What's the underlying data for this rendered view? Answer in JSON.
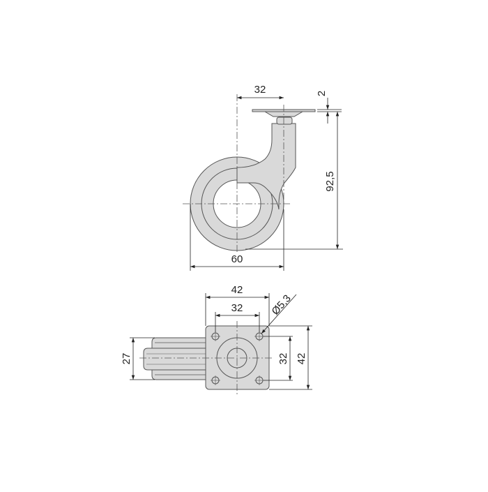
{
  "drawing": {
    "colors": {
      "background": "#ffffff",
      "part_fill": "#d9d9d9",
      "outline": "#555555",
      "dimension": "#222222"
    },
    "side_view": {
      "dim_offset": "32",
      "dim_plate_thickness": "2",
      "dim_height": "92,5",
      "dim_wheel_diameter": "60"
    },
    "top_view": {
      "dim_plate_width": "42",
      "dim_hole_spacing_x": "32",
      "dim_hole_diameter": "Ø5,3",
      "dim_wheel_width": "27",
      "dim_hole_spacing_y": "32",
      "dim_plate_height": "42"
    }
  }
}
